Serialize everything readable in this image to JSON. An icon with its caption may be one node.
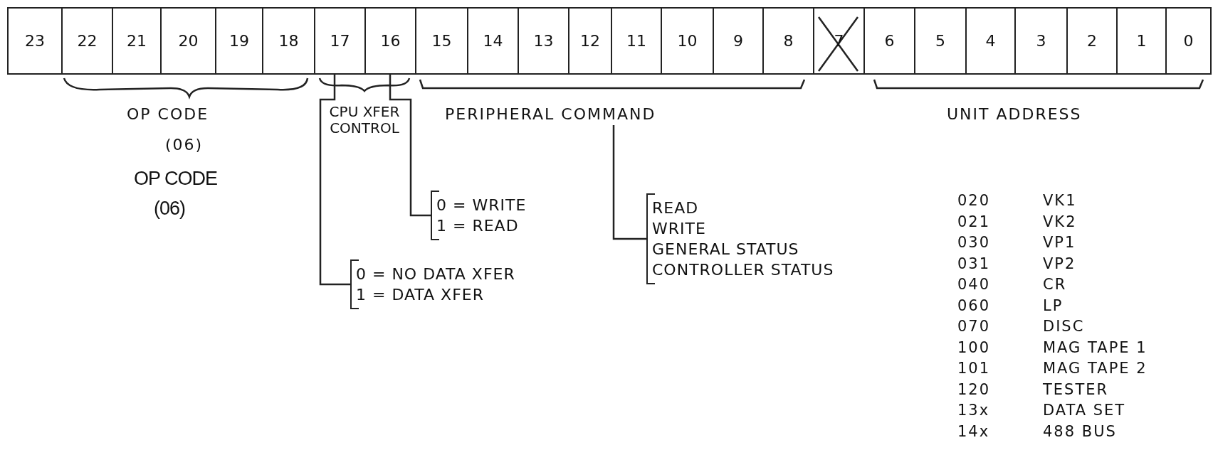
{
  "diagram": {
    "nodes": [
      {
        "text": [
          "23"
        ]
      },
      {
        "text": [
          "22"
        ]
      },
      {
        "text": [
          "21"
        ]
      },
      {
        "text": [
          "20"
        ]
      },
      {
        "text": [
          "19"
        ]
      },
      {
        "text": [
          "18"
        ]
      },
      {
        "text": [
          "17"
        ]
      },
      {
        "text": [
          "16"
        ]
      },
      {
        "text": [
          "15"
        ]
      },
      {
        "text": [
          "14"
        ]
      },
      {
        "text": [
          "13"
        ]
      },
      {
        "text": [
          "12"
        ]
      },
      {
        "text": [
          "11"
        ]
      },
      {
        "text": [
          "10"
        ]
      },
      {
        "text": [
          "9"
        ]
      },
      {
        "text": [
          "8"
        ]
      },
      {
        "text": [
          "7"
        ]
      },
      {
        "text": [
          "6"
        ]
      },
      {
        "text": [
          "5"
        ]
      },
      {
        "text": [
          "4"
        ]
      },
      {
        "text": [
          "3"
        ]
      },
      {
        "text": [
          "2"
        ]
      },
      {
        "text": [
          "1"
        ]
      },
      {
        "text": [
          "0"
        ]
      },
      {
        "text": [
          "PERIPHERAL COMMAND"
        ]
      },
      {
        "text": [
          "0 = WRITE",
          "1 = READ"
        ]
      },
      {
        "text": [
          "0 = NO DATA XFER",
          "1 = DATA XFER"
        ]
      },
      {
        "text": [
          "READ",
          "WRITE",
          "GENERAL STATUS",
          "CONTROLLER STATUS"
        ]
      }
    ],
    "edges": [
      {
        "from": 7,
        "to": 25,
        "arrow": "none"
      },
      {
        "from": 6,
        "to": 26,
        "arrow": "none"
      },
      {
        "from": 24,
        "to": 27,
        "arrow": "none"
      }
    ],
    "labels": [
      "OP CODE",
      "(06)",
      "OP CODE",
      "(06)",
      "CPU XFER CONTROL",
      "UNIT ADDRESS",
      "020",
      "VK1",
      "021",
      "VK2",
      "030",
      "VP1",
      "031",
      "VP2",
      "040",
      "CR",
      "060",
      "LP",
      "070",
      "DISC",
      "100",
      "MAG TAPE 1",
      "101",
      "MAG TAPE 2",
      "120",
      "TESTER",
      "13x",
      "DATA SET",
      "14x",
      "488 BUS"
    ]
  }
}
